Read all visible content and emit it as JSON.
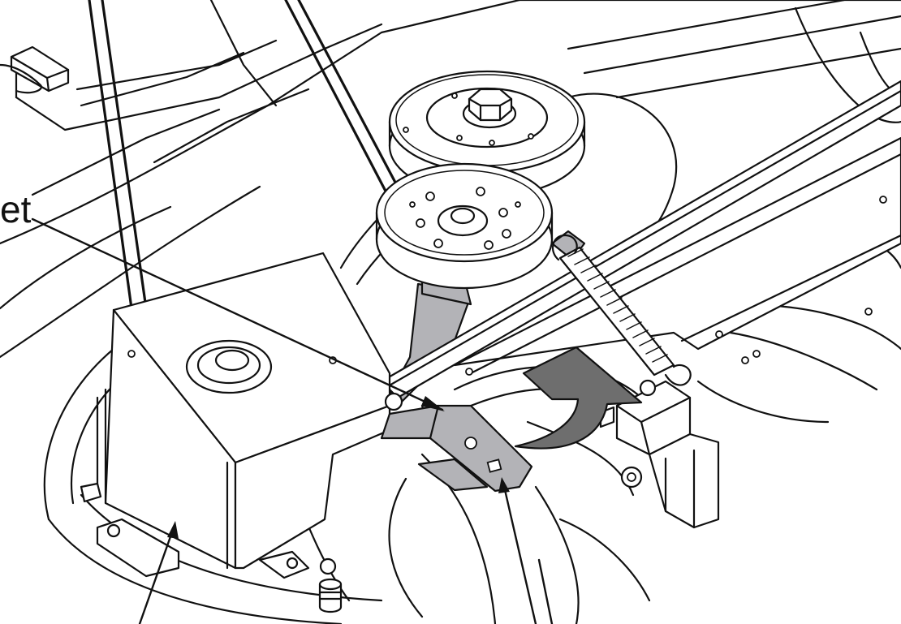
{
  "diagram": {
    "labels": {
      "bracket_label_fragment": "et"
    },
    "colors": {
      "line": "#111111",
      "part_fill": "#ffffff",
      "highlight_fill": "#b3b3b7",
      "arrow_fill": "#6e6e6e"
    },
    "components": [
      "deck-housing",
      "belt-cover",
      "upper-pulley",
      "idler-pulley",
      "idler-arm",
      "tension-spring",
      "bracket-plate",
      "hanger-bracket",
      "rotation-arrow",
      "belt-guide-rod",
      "cable-rod"
    ]
  }
}
